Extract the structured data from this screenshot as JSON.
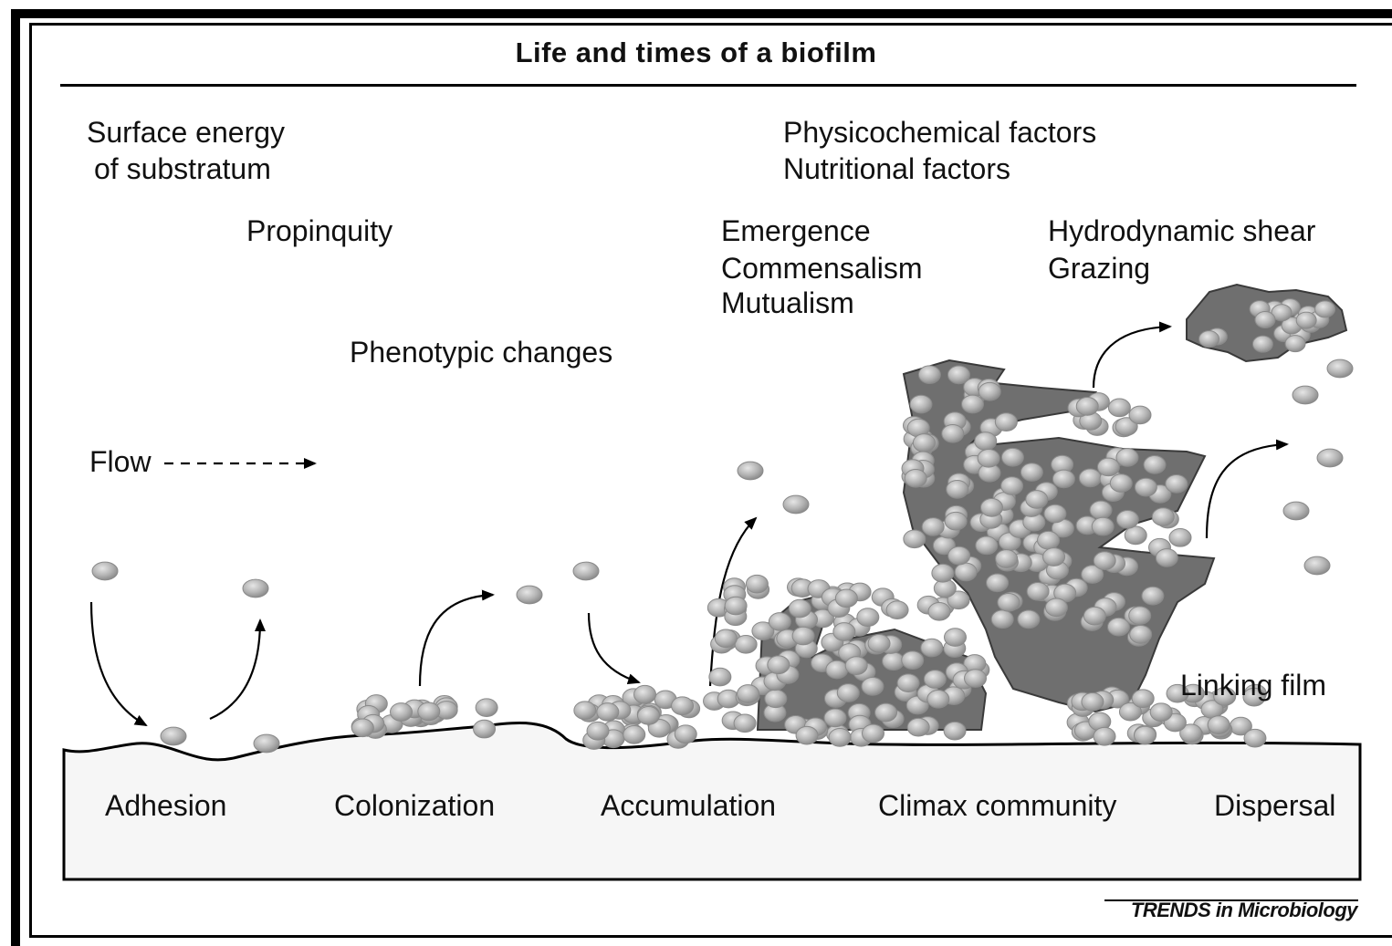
{
  "title": "Life and times of a biofilm",
  "labels": {
    "surface_energy": [
      "Surface energy",
      "of substratum"
    ],
    "propinquity": "Propinquity",
    "physicochemical": "Physicochemical factors",
    "nutritional": "Nutritional factors",
    "emergence": "Emergence",
    "commensalism": "Commensalism",
    "mutualism": "Mutualism",
    "hydrodynamic": "Hydrodynamic shear",
    "grazing": "Grazing",
    "phenotypic": "Phenotypic changes",
    "flow": "Flow",
    "linking_film": "Linking film"
  },
  "stages": [
    "Adhesion",
    "Colonization",
    "Accumulation",
    "Climax community",
    "Dispersal"
  ],
  "credit": "TRENDS in Microbiology",
  "colors": {
    "cell_fill": "#b4b4b4",
    "matrix_fill": "#6f6f6f",
    "substratum_fill": "#f6f6f6",
    "line": "#000000"
  }
}
